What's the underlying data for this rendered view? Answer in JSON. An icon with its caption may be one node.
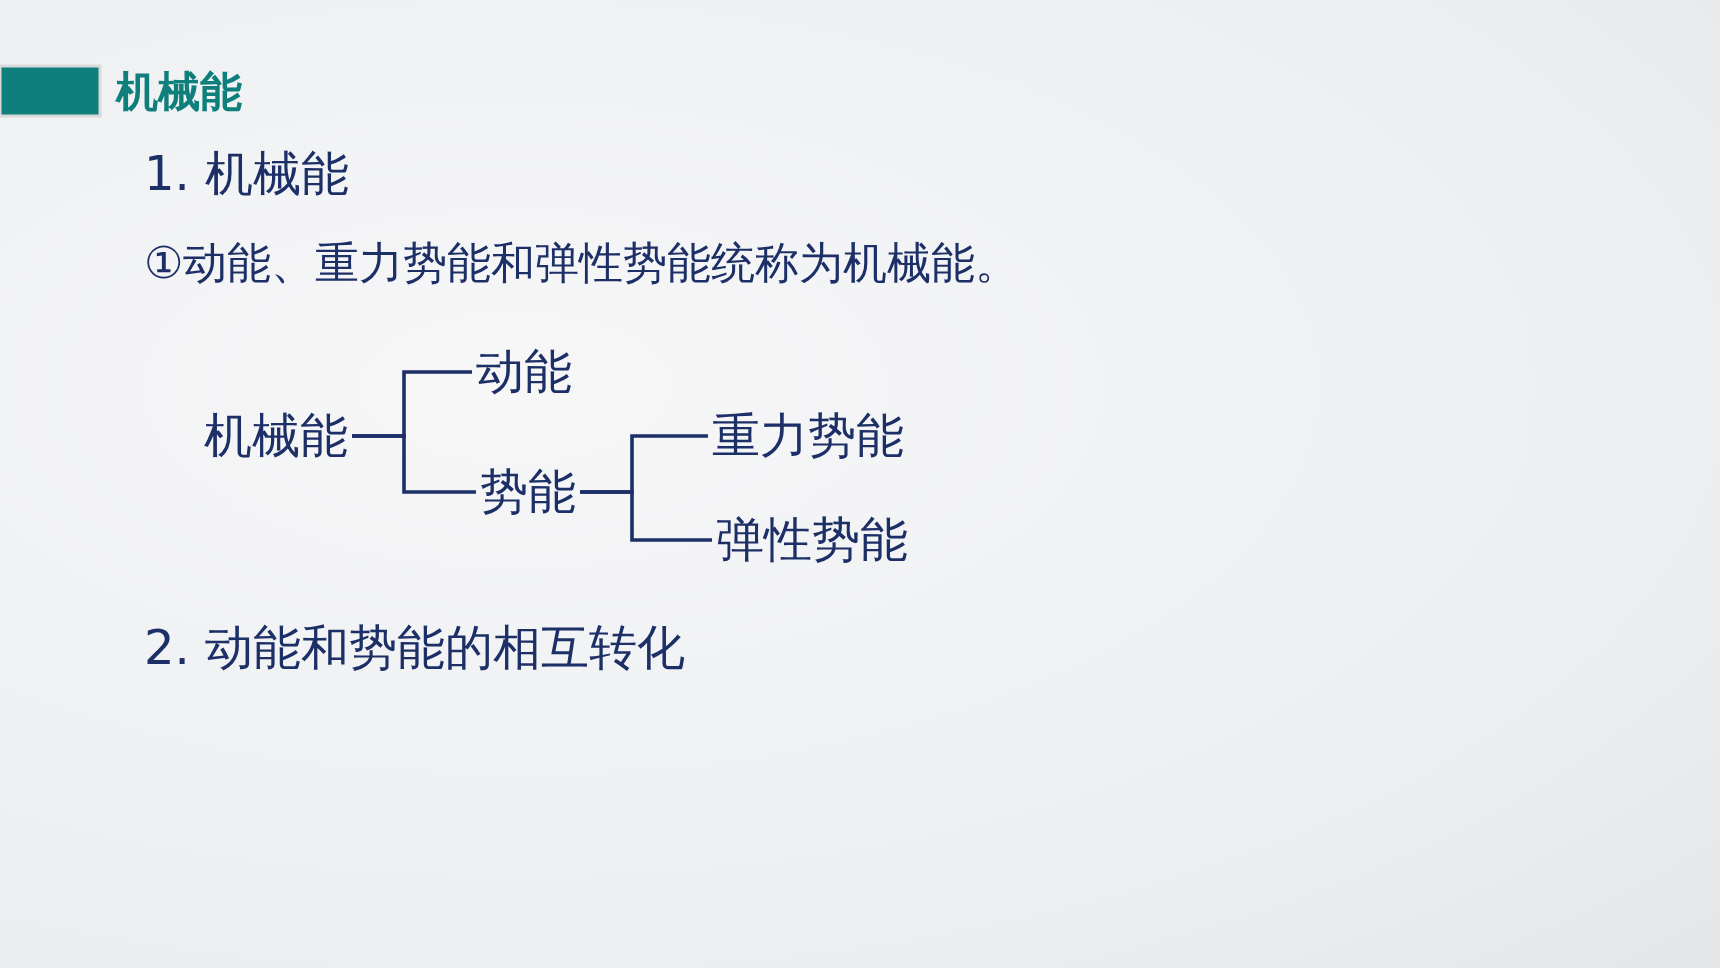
{
  "diagram": {
    "title": "机械能",
    "nodes": [
      {
        "text": [
          "机械能"
        ]
      },
      {
        "text": [
          "动能"
        ]
      },
      {
        "text": [
          "势能"
        ]
      },
      {
        "text": [
          "重力势能"
        ]
      },
      {
        "text": [
          "弹性势能"
        ]
      }
    ],
    "edges": [
      {
        "from": 0,
        "to": 1,
        "arrow": "none"
      },
      {
        "from": 0,
        "to": 2,
        "arrow": "none"
      },
      {
        "from": 2,
        "to": 3,
        "arrow": "none"
      },
      {
        "from": 2,
        "to": 4,
        "arrow": "none"
      }
    ],
    "labels": [
      "1. 机械能",
      "①动能、重力势能和弹性势能统称为机械能。",
      "2. 动能和势能的相互转化"
    ]
  }
}
